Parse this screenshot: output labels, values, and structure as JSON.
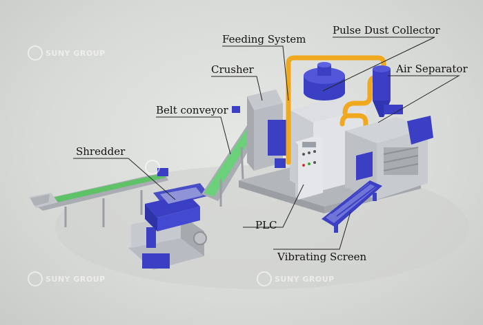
{
  "labels": {
    "feeding_system": "Feeding System",
    "pulse_dust_collector": "Pulse Dust Collector",
    "crusher": "Crusher",
    "air_separator": "Air Separator",
    "belt_conveyor": "Belt conveyor",
    "shredder": "Shredder",
    "plc": "PLC",
    "vibrating_screen": "Vibrating Screen"
  },
  "watermark": "SUNY GROUP",
  "colors": {
    "machine_blue": "#3a3fc4",
    "frame_grey": "#b9bcc2",
    "belt_green": "#62c46a",
    "pipe_orange": "#f0a81e"
  }
}
